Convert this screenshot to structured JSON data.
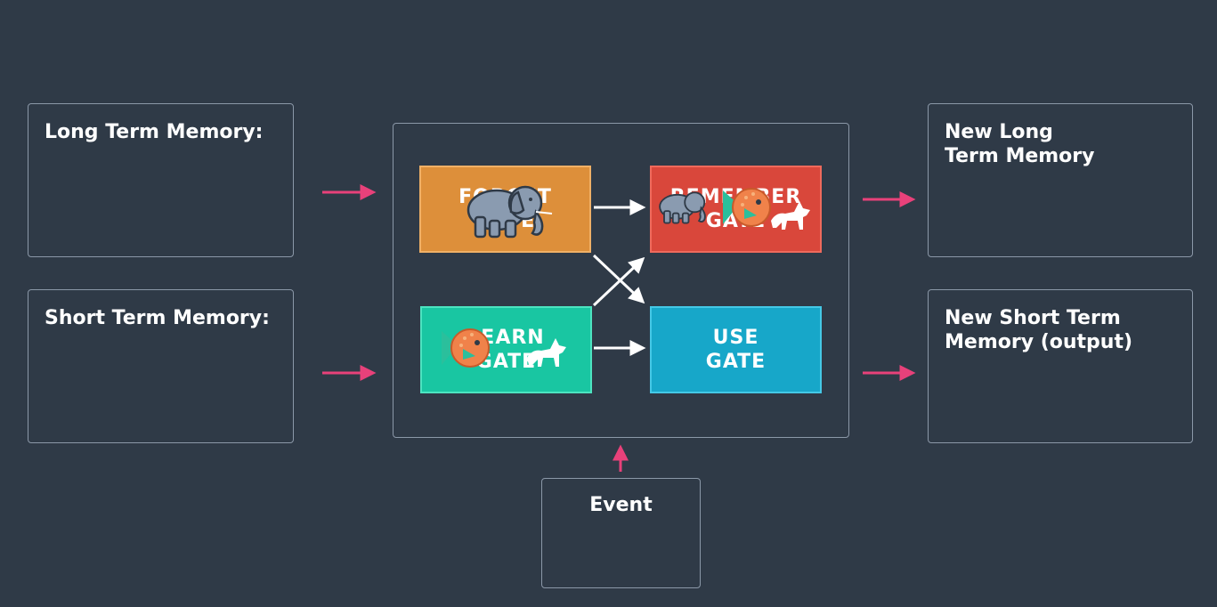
{
  "boxes": {
    "long_term_memory": "Long Term Memory:",
    "short_term_memory": "Short Term Memory:",
    "new_long_term_memory": "New Long\nTerm Memory",
    "new_short_term_memory": "New Short Term\nMemory (output)",
    "event": "Event"
  },
  "gates": {
    "forget": "FORGET\nGATE",
    "remember": "REMEMBER\nGATE",
    "learn": "LEARN\nGATE",
    "use": "USE\nGATE"
  },
  "icons": {
    "elephant": "elephant-icon",
    "fish": "fish-icon",
    "wolf": "wolf-icon"
  },
  "colors": {
    "background": "#2f3a47",
    "forget_gate": "#dd8f3a",
    "remember_gate": "#d9473b",
    "learn_gate": "#19c6a2",
    "use_gate": "#17a7c9",
    "input_arrow": "#e8417a"
  }
}
